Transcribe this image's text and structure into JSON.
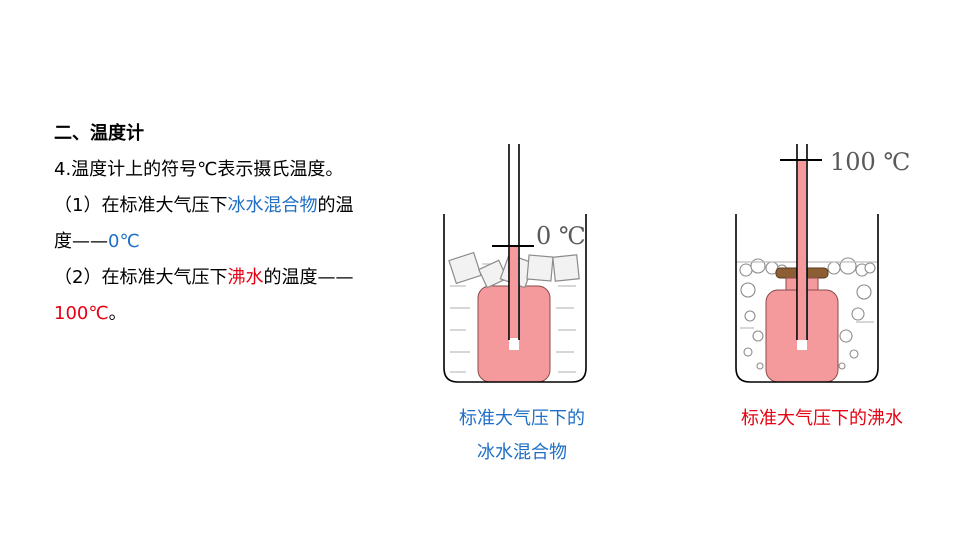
{
  "section": {
    "heading": "二、温度计",
    "line4": "4.温度计上的符号℃表示摄氏温度。",
    "item1_prefix": "（1）在标准大气压下",
    "item1_highlight": "冰水混合物",
    "item1_suffix_a": "的温",
    "item1_suffix_b": "度——",
    "item1_value": "0℃",
    "item2_prefix": "（2）在标准大气压下",
    "item2_highlight": "沸水",
    "item2_suffix": "的温度——",
    "item2_value": "100℃",
    "item2_end": "。"
  },
  "figures": {
    "ice": {
      "temp_label": "0 ℃",
      "caption_line1": "标准大气压下的",
      "caption_line2": "冰水混合物"
    },
    "boiling": {
      "temp_label": "100 ℃",
      "caption": "标准大气压下的沸水"
    }
  },
  "colors": {
    "blue": "#1f6fc6",
    "red": "#e60012",
    "liquid": "#f49a9c",
    "label_gray": "#595959"
  }
}
